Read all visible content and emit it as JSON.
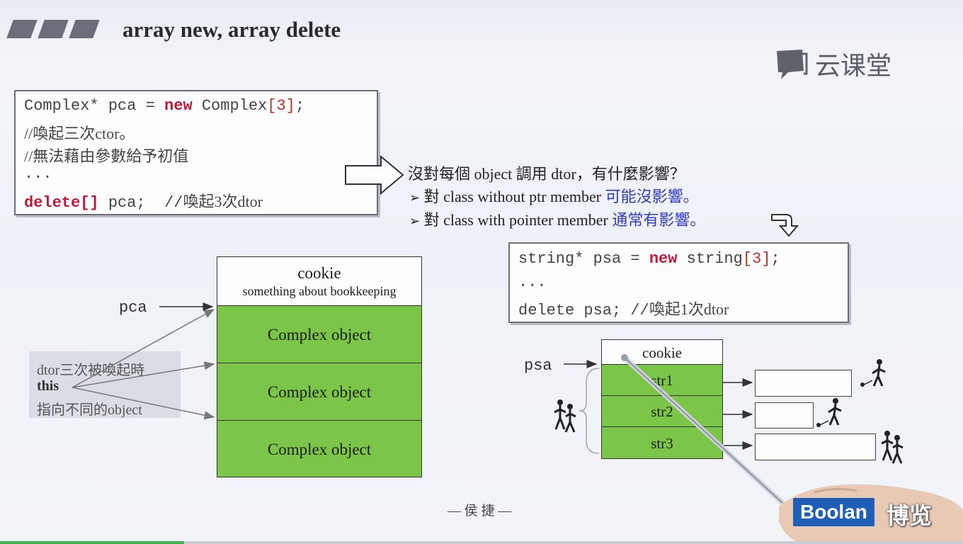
{
  "header": {
    "title": "array new, array delete",
    "logo_text": "云课堂"
  },
  "code1": {
    "line1": {
      "a": "Complex* pca = ",
      "kw": "new",
      "b": " Complex",
      "c": "[3]",
      "d": ";"
    },
    "line2": "//喚起三次ctor。",
    "line3": "//無法藉由參數給予初值",
    "line4": "...",
    "line5": {
      "kw": "delete[]",
      "b": " pca;  //",
      "c": "喚起3次dtor"
    }
  },
  "bullets": {
    "q": "沒對每個 object 調用 dtor，有什麼影響？",
    "b1_text": "對 class without ptr member ",
    "b1_hl": "可能沒影響。",
    "b2_text": "對 class with pointer member ",
    "b2_hl": "通常有影響。",
    "marker": "➢"
  },
  "code2": {
    "line1": {
      "a": "string* psa = ",
      "kw": "new",
      "b": " string",
      "c": "[3]",
      "d": ";"
    },
    "line2": "...",
    "line3": {
      "a": "delete psa; //",
      "b": "喚起1次dtor"
    }
  },
  "diagram_left": {
    "pointer_label": "pca",
    "cookie_title": "cookie",
    "cookie_sub": "something about bookkeeping",
    "objects": [
      "Complex object",
      "Complex object",
      "Complex object"
    ],
    "note_line1": "dtor三次被喚起時",
    "note_line2": "this",
    "note_line3": "指向不同的object"
  },
  "diagram_right": {
    "pointer_label": "psa",
    "cookie_title": "cookie",
    "cells": [
      "str1",
      "str2",
      "str3"
    ]
  },
  "footer": {
    "author": "— 侯 捷 —",
    "brand": "Boolan",
    "brand_cn": "博览"
  },
  "colors": {
    "green": "#7bc549",
    "keyword": "#c0183a",
    "highlight": "#2f3bc4"
  }
}
